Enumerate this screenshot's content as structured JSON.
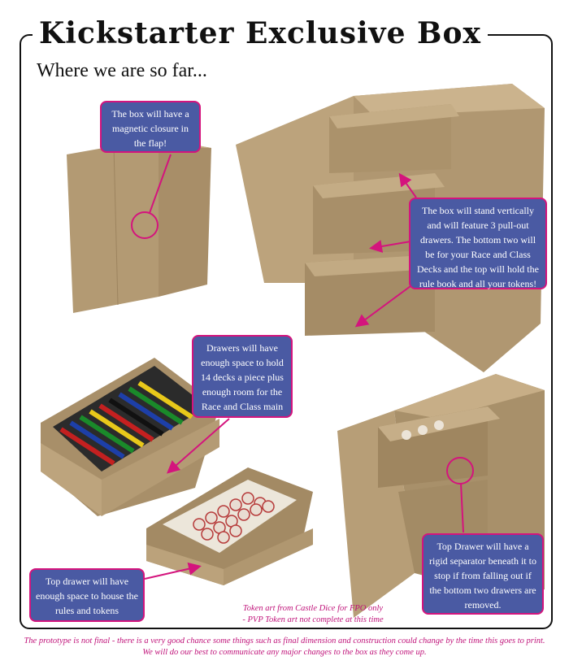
{
  "header": {
    "title": "Kickstarter Exclusive Box",
    "subtitle": "Where we are so far..."
  },
  "callouts": {
    "magnetic": "The box will have a magnetic closure in the flap!",
    "vertical": "The box will stand vertically and will feature 3 pull-out drawers. The bottom two will be for your Race and Class Decks and the top will hold the rule book and all your tokens!",
    "drawers": "Drawers will have enough space to hold 14 decks a piece plus enough room for the Race and Class main cards!",
    "top_drawer": "Top drawer will have enough space to house the rules and tokens",
    "separator": "Top Drawer will have a rigid separator beneath it to stop if from falling out if the bottom two drawers are removed."
  },
  "notes": {
    "token_art": "Token art from Castle Dice for FPO only - PVP Token art not complete at this time",
    "disclaimer_line1": "The prototype is not final  - there is a very good chance some things such as final dimension and construction could change by the time this goes to print.",
    "disclaimer_line2": "We will do our best to communicate any major changes to the box as they come up."
  },
  "colors": {
    "callout_fill": "#4a5aa3",
    "callout_border": "#d4147d",
    "accent_magenta": "#d4147d",
    "cardboard": "#b49a74"
  }
}
